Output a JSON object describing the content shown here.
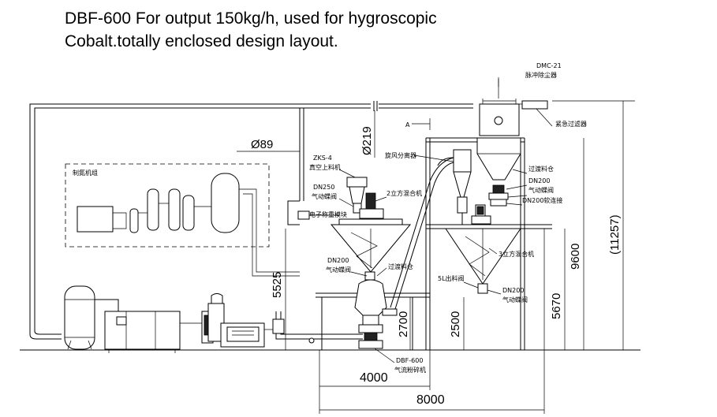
{
  "title": {
    "line1": "DBF-600 For output 150kg/h, used for hygroscopic",
    "line2": "Cobalt.totally enclosed design layout."
  },
  "labels": {
    "dmc": "DMC-21",
    "dmc_cn": "脉冲除尘器",
    "emergency_filter": "紧急过滤器",
    "section_a": "A",
    "pipe_dia": "Ø89",
    "dia219": "Ø219",
    "zks": "ZKS-4",
    "zks_cn": "真空上料机",
    "nitrogen_unit": "制氮机组",
    "cyclone": "旋风分离器",
    "transition_bin_r": "过渡料仓",
    "dn200_r1": "DN200",
    "valve_r1": "气动蝶阀",
    "dn200_soft": "DN200软连接",
    "dn250": "DN250",
    "valve_250": "气动蝶阀",
    "mixer2": "2立方混合机",
    "scale": "电子称重模块",
    "mixer3": "3立方混合机",
    "dn200_l": "DN200",
    "valve_l": "气动蝶阀",
    "transition_bin_l": "过渡料仓",
    "discharge_valve": "5L出料阀",
    "dn200_r2": "DN200",
    "valve_r2": "气动蝶阀",
    "dbf": "DBF-600",
    "dbf_cn": "气流粉碎机"
  },
  "dimensions": {
    "d5525": "5525",
    "d2700": "2700",
    "d2500": "2500",
    "d5670": "5670",
    "d9600": "9600",
    "d11257": "(11257)",
    "d4000": "4000",
    "d8000": "8000"
  }
}
